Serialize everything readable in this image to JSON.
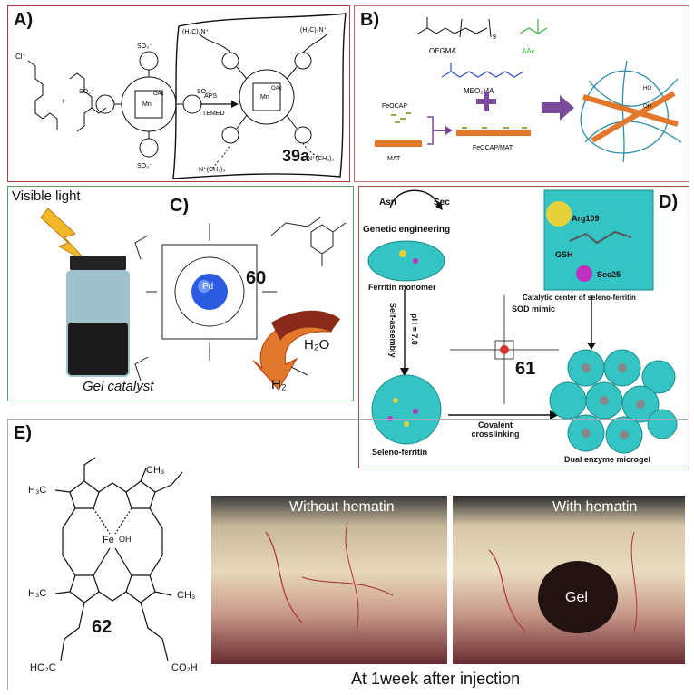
{
  "panelA": {
    "label": "A)",
    "compound": "39a",
    "reagents": [
      "APS",
      "TEMED"
    ],
    "plus": "+",
    "metal": "Mn",
    "ligand": "OAc",
    "sulfonate": "SO₃⁻",
    "ammonium": "(H₃C)₃N⁺",
    "ammonium_b": "N⁺(CH₃)₃",
    "counterion": "Cl⁻"
  },
  "panelB": {
    "label": "B)",
    "monomers": [
      "OEGMA",
      "AAc",
      "MEO₂MA"
    ],
    "subscript": "9",
    "feocap": "FeOCAP",
    "mat": "MAT",
    "composite": "FeOCAP/MAT",
    "oh": "OH",
    "ho": "HO"
  },
  "panelC": {
    "label": "C)",
    "light": "Visible light",
    "compound": "60",
    "metal": "Pd",
    "water": "H₂O",
    "hydrogen": "H₂",
    "caption": "Gel catalyst"
  },
  "panelD": {
    "label": "D)",
    "asn": "Asn",
    "sec": "Sec",
    "genetic": "Genetic engineering",
    "monomer": "Ferritin monomer",
    "ph": "pH = 7.0",
    "self_assembly": "Self-assembly",
    "seleno": "Seleno-ferritin",
    "sod": "SOD mimic",
    "compound": "61",
    "covalent": "Covalent crosslinking",
    "microgel": "Dual enzyme microgel",
    "catalytic": "Catalytic center of seleno-ferritin",
    "arg": "Arg109",
    "gsh": "GSH",
    "sec25": "Sec25"
  },
  "panelE": {
    "label": "E)",
    "compound": "62",
    "metal": "Fe",
    "oh": "OH",
    "ch3": "CH₃",
    "h3c": "H₃C",
    "co2h_left": "HO₂C",
    "co2h_right": "CO₂H",
    "photo_left": "Without hematin",
    "photo_right": "With hematin",
    "gel": "Gel",
    "caption": "At 1week after injection"
  },
  "colors": {
    "panelA_border": "#b04040",
    "panelB_border": "#c07070",
    "panelC_border": "#5a9a6a",
    "panelD_border": "#a04a4a",
    "panelE_border": "#aaaaaa",
    "protein": "#35c4c4",
    "orange": "#e2782b",
    "purple": "#7b4a9a",
    "green_acid": "#3ab03a",
    "blue_mono": "#2a4fc0"
  }
}
